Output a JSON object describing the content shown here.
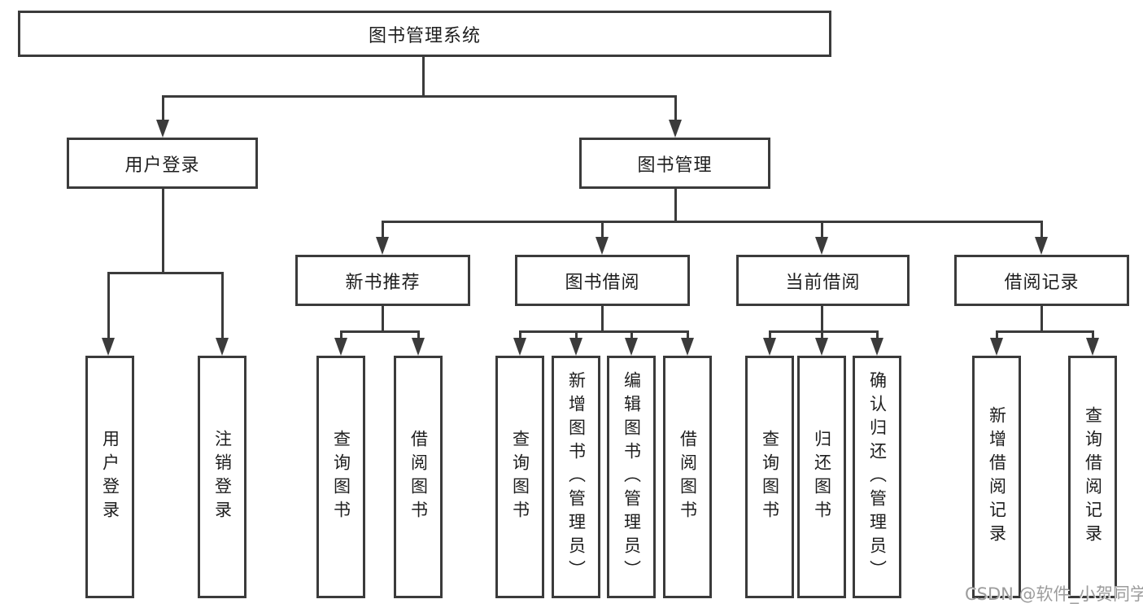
{
  "nodes": {
    "root": "图书管理系统",
    "level2": [
      "用户登录",
      "图书管理"
    ],
    "level3": [
      "新书推荐",
      "图书借阅",
      "当前借阅",
      "借阅记录"
    ],
    "leaves": {
      "user_login": [
        "用户登录",
        "注销登录"
      ],
      "new_books": [
        "查询图书",
        "借阅图书"
      ],
      "book_borrow": [
        "查询图书",
        "新增图书（管理员）",
        "编辑图书（管理员）",
        "借阅图书"
      ],
      "current_borrow": [
        "查询图书",
        "归还图书",
        "确认归还（管理员）"
      ],
      "borrow_records": [
        "新增借阅记录",
        "查询借阅记录"
      ]
    }
  },
  "watermark": "CSDN @软件_小贺同学",
  "colors": {
    "line": "#3b3b3b",
    "text": "#1e1e1e",
    "watermark": "#9c9c9c",
    "background": "#ffffff"
  }
}
